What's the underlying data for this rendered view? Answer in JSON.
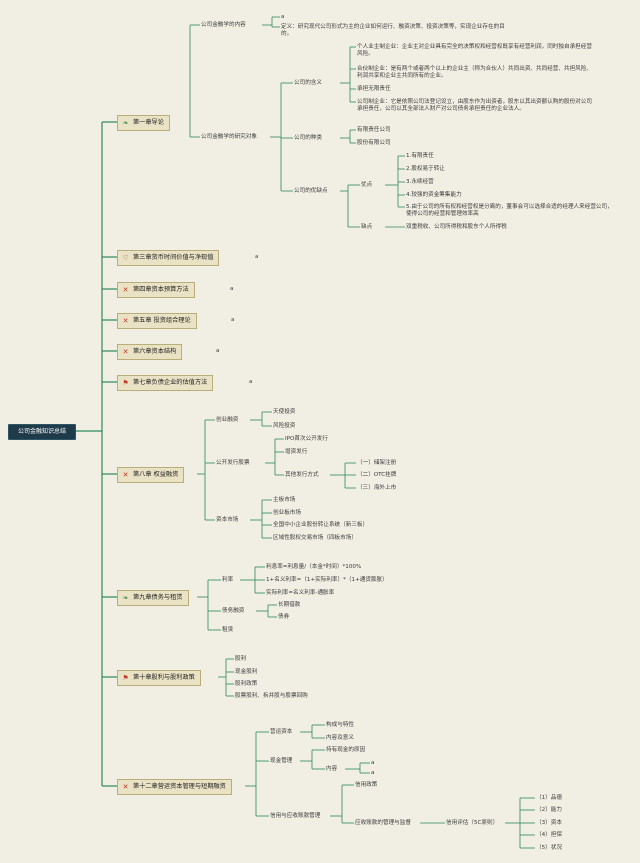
{
  "root": "公司金融知识总结",
  "colors": {
    "line": "#2e8a57",
    "root_bg": "#1f3b4a",
    "chapter_bg": "#e9e2c4",
    "chapter_border": "#b9ad7a"
  },
  "chapters": [
    {
      "label": "第一章导论",
      "icon": "leaf-icon"
    },
    {
      "label": "第三章货币时间价值与净现值",
      "icon": "heart-icon",
      "note": "a"
    },
    {
      "label": "第四章资本预算方法",
      "icon": "cross-tools-icon",
      "note": "a"
    },
    {
      "label": "第五章 投资组合理论",
      "icon": "cross-tools-icon",
      "note": "a"
    },
    {
      "label": "第六章资本结构",
      "icon": "cross-tools-icon",
      "note": "a"
    },
    {
      "label": "第七章负债企业的估值方法",
      "icon": "flag-icon",
      "note": "a"
    },
    {
      "label": "第八章 权益融资",
      "icon": "cross-tools-icon"
    },
    {
      "label": "第九章债务与租赁",
      "icon": "leaf-icon"
    },
    {
      "label": "第十章股利与股利政策",
      "icon": "flag-icon"
    },
    {
      "label": "第十二章营运资本管理与短期融资",
      "icon": "cross-tools-icon"
    }
  ],
  "ch1": {
    "content": "公司金融学的内容",
    "content_a": "a",
    "content_def": "定义：研究现代公司形式为主的企业如何运行、融资决策、投资决策等，实现企业存在的目的。",
    "object": "公司金融学的研究对象",
    "meaning": "公司的含义",
    "meaning_items": [
      "个人业主制企业：企业主对企业具有完全的决策权和经营权既享有经营利润，同时独自承担经营风险。",
      "合伙制企业：是有两个或者两个以上的企业主（称为合伙人）共同出资、共同经营、共担风险、利润共享和企业主共同所有的企业。",
      "承担无限责任",
      "公司制企业：它是依照公司法登记设立，由股东作为出资者，股东以其出资额认购的股份对公司承担责任，公司以其全部法人财产对公司债务承担责任的企业法人。"
    ],
    "types": "公司的种类",
    "types_items": [
      "有限责任公司",
      "股份有限公司"
    ],
    "proscons": "公司的优缺点",
    "pros": "优点",
    "pros_items": [
      "1.有限责任",
      "2.股权易于转让",
      "3.永续经营",
      "4.较强的资金筹集能力",
      "5.由于公司的所有权和经营权是分离的，董事会可以选择合适的经理人来经营公司，使得公司的经营和管理效率高"
    ],
    "cons": "缺点",
    "cons_item": "双重税收、公司所得税和股东个人所得税"
  },
  "ch8": {
    "venture": "创业融资",
    "venture_items": [
      "天使投资",
      "风险投资"
    ],
    "public": "公开发行股票",
    "public_items": [
      "IPO首次公开发行",
      "增资发行"
    ],
    "other": "其他发行方式",
    "other_items": [
      "（一）储架注册",
      "（二）OTC挂牌",
      "（三）海外上市"
    ],
    "market": "资本市场",
    "market_items": [
      "主板市场",
      "创业板市场",
      "全国中小企业股份转让系统（新三板）",
      "区域性股权交易市场（四板市场）"
    ]
  },
  "ch9": {
    "rate": "利率",
    "rate_items": [
      "利息率=利息量/（本金*时间）*100%",
      "1+名义利率=（1+实际利率）*（1+通货膨胀）",
      "实际利率=名义利率-通胀率"
    ],
    "debt": "债务融资",
    "debt_items": [
      "长期借款",
      "债券"
    ],
    "lease": "租赁"
  },
  "ch10": {
    "items": [
      "股利",
      "现金股利",
      "股利政策",
      "股票股利、拆并股与股票回购"
    ]
  },
  "ch12": {
    "wc": "营运资本",
    "wc_items": [
      "构成与特性",
      "内容及意义"
    ],
    "cash": "现金管理",
    "cash_reason": "持有现金的原因",
    "cash_content": "内容",
    "cash_content_items": [
      "a",
      "a"
    ],
    "credit": "信用与应收账款管理",
    "credit_policy": "信用政策",
    "ar": "应收账款的管理与监督",
    "eval": "信用评估（5C原则）",
    "eval_items": [
      "（1）品德",
      "（2）能力",
      "（3）资本",
      "（4）担保",
      "（5）状况"
    ]
  }
}
